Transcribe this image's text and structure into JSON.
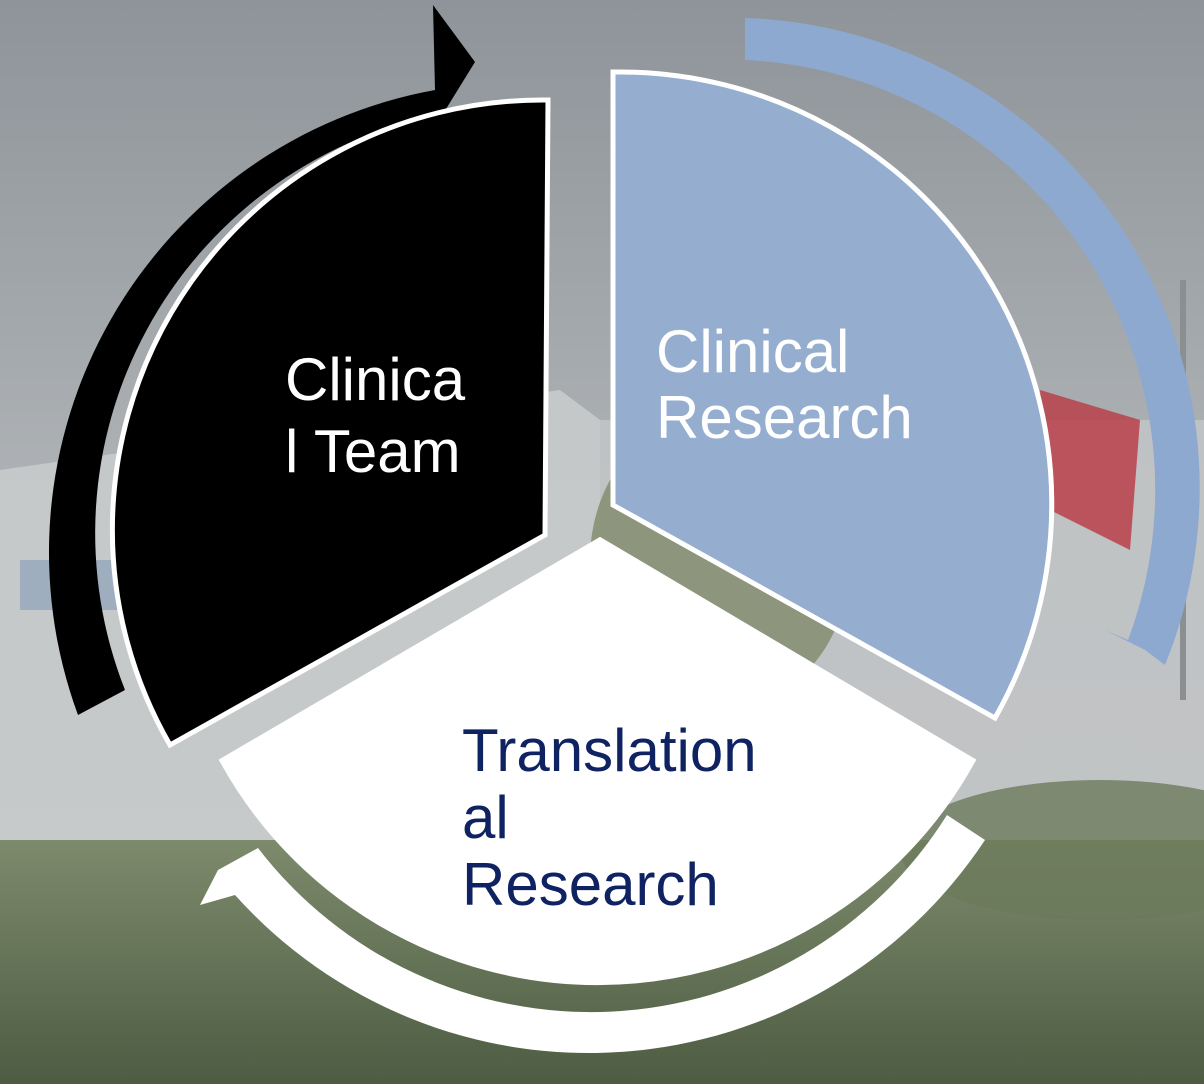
{
  "segments": [
    {
      "id": "clinical-team",
      "lines": [
        "Clinica",
        "l Team"
      ],
      "fill": "#000000",
      "text_color": "#ffffff"
    },
    {
      "id": "clinical-research",
      "lines": [
        "Clinical",
        "Research"
      ],
      "fill": "#95aed0",
      "text_color": "#ffffff"
    },
    {
      "id": "translational-research",
      "lines": [
        "Translation",
        "al",
        "Research"
      ],
      "fill": "#ffffff",
      "text_color": "#0f2261"
    }
  ],
  "arrows": [
    {
      "id": "black-arrow",
      "color": "#000000"
    },
    {
      "id": "blue-arrow",
      "color": "#8ea9cf"
    },
    {
      "id": "white-arrow",
      "color": "#ffffff"
    }
  ],
  "background": {
    "sky": "#9da2a6",
    "building": "#c8cbcc",
    "hedge": "#5a6a4c",
    "flag": "#b8404a"
  }
}
